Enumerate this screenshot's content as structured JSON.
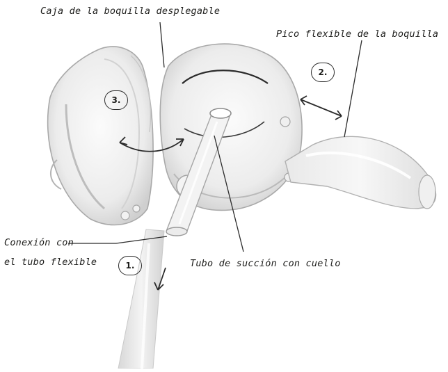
{
  "labels": {
    "nozzle_box": "Caja de la boquilla desplegable",
    "flexible_tip": "Pico flexible de la boquilla",
    "connection_line1": "Conexión con",
    "connection_line2": "el tubo flexible",
    "suction_tube": "Tubo de succión con cuello"
  },
  "steps": {
    "one": "1.",
    "two": "2.",
    "three": "3."
  }
}
